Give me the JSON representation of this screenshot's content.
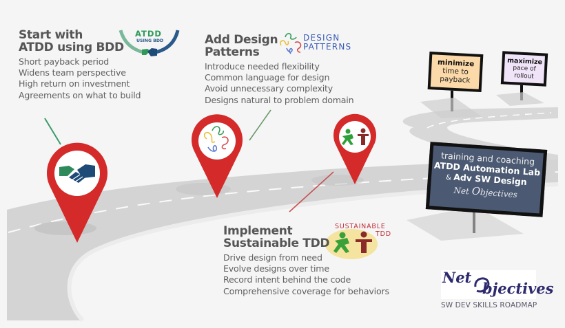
{
  "milestones": [
    {
      "id": "atdd",
      "title_line1": "Start with",
      "title_line2": "ATDD using BDD",
      "bullets": [
        "Short payback period",
        "Widens team perspective",
        "High return on investment",
        "Agreements on what to build"
      ],
      "badge": {
        "line1": "ATDD",
        "line2": "USING BDD",
        "icon": "handshake-icon"
      },
      "pin_icon": "handshake-icon",
      "leader_color": "#3a9a6a"
    },
    {
      "id": "design-patterns",
      "title_line1": "Add Design",
      "title_line2": "Patterns",
      "bullets": [
        "Introduce needed flexibility",
        "Common language for design",
        "Avoid unnecessary complexity",
        "Designs natural to problem domain"
      ],
      "badge": {
        "line1": "DESIGN",
        "line2": "PATTERNS",
        "icon": "colored-loops-icon"
      },
      "pin_icon": "colored-loops-icon",
      "leader_color": "#6a9a6a"
    },
    {
      "id": "sustainable-tdd",
      "title_line1": "Implement",
      "title_line2": "Sustainable TDD",
      "bullets": [
        "Drive design from need",
        "Evolve designs over time",
        "Record intent behind the code",
        "Comprehensive coverage for behaviors"
      ],
      "badge": {
        "line1": "SUSTAINABLE",
        "line2": "TDD",
        "icon": "traffic-light-men-icon"
      },
      "pin_icon": "traffic-light-men-icon",
      "leader_color": "#c85050"
    }
  ],
  "signs": {
    "minimize": {
      "bold": "minimize",
      "line2": "time to",
      "line3": "payback",
      "color": "#fcd9a8"
    },
    "maximize": {
      "bold": "maximize",
      "line2": "pace of",
      "line3": "rollout",
      "color": "#efe4f8"
    },
    "billboard": {
      "line1": "training and coaching",
      "line2": "ATDD Automation Lab",
      "line3_prefix": "& ",
      "line3": "Adv SW Design",
      "logo_a": "Net",
      "logo_b": "bjectives",
      "color": "#4b5a72"
    }
  },
  "footer": {
    "logo_a": "Net",
    "logo_b": "bjectives",
    "subtitle": "SW DEV SKILLS ROADMAP"
  },
  "colors": {
    "pin_red": "#d42a2a",
    "road": "#d4d4d4",
    "road_edge": "#ececec",
    "background": "#f5f5f5",
    "title_gray": "#555555",
    "badge_green": "#2e9a5a",
    "badge_blue": "#2a5a8a",
    "patterns_blue": "#3a5ab4",
    "sustainable_red": "#c0303a"
  }
}
